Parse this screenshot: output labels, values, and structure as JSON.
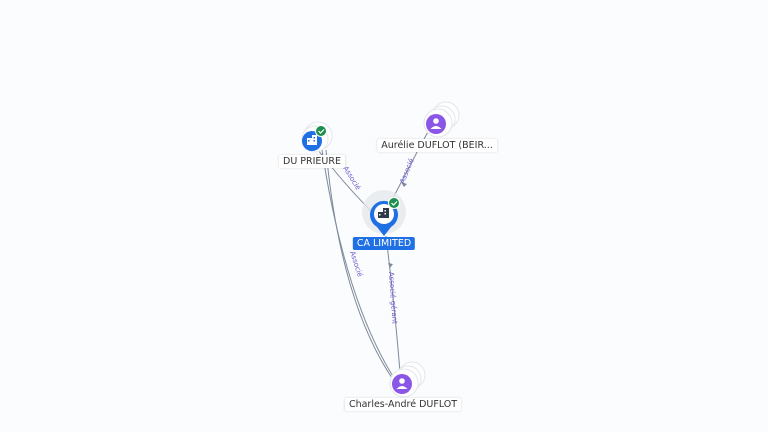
{
  "nodes": {
    "center": {
      "label": "CA LIMITED",
      "type": "company",
      "verified": true,
      "icon": "building-icon"
    },
    "prieure": {
      "label": "DU PRIEURE",
      "type": "company",
      "verified": true,
      "icon": "building-icon"
    },
    "aurelie": {
      "label": "Aurélie DUFLOT (BEIR...",
      "type": "person",
      "icon": "person-icon"
    },
    "charles": {
      "label": "Charles-André DUFLOT",
      "type": "person",
      "icon": "person-icon"
    }
  },
  "edges": {
    "prieure_center": "Associé",
    "aurelie_center": "Associé",
    "charles_prieure": "Associé",
    "charles_center": "Associé-gérant"
  },
  "colors": {
    "company": "#1f6fe5",
    "person": "#8a56e6",
    "verified": "#1e8f4e",
    "edge": "#7d8a9c",
    "edge_label": "#6a5acd"
  }
}
